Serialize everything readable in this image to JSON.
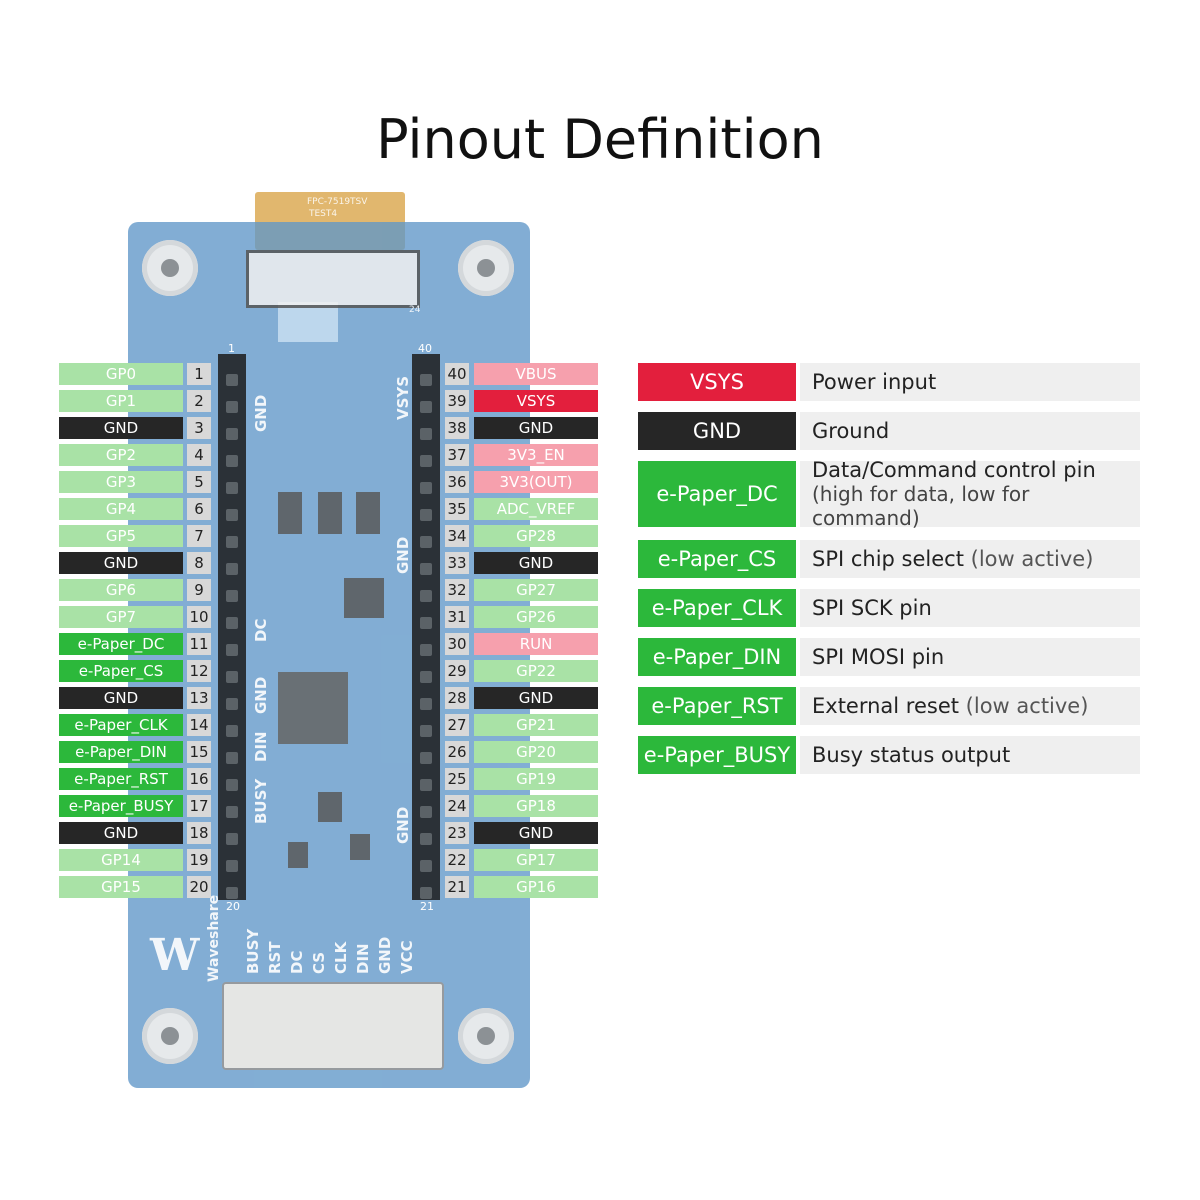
{
  "title": "Pinout Definition",
  "colors": {
    "gp": "#a9e2a6",
    "gnd": "#262626",
    "epaper": "#2cb83b",
    "power_light": "#f6a0ad",
    "vsys": "#e31f3d"
  },
  "left_pins": [
    {
      "num": "1",
      "label": "GP0",
      "type": "gp"
    },
    {
      "num": "2",
      "label": "GP1",
      "type": "gp"
    },
    {
      "num": "3",
      "label": "GND",
      "type": "gnd"
    },
    {
      "num": "4",
      "label": "GP2",
      "type": "gp"
    },
    {
      "num": "5",
      "label": "GP3",
      "type": "gp"
    },
    {
      "num": "6",
      "label": "GP4",
      "type": "gp"
    },
    {
      "num": "7",
      "label": "GP5",
      "type": "gp"
    },
    {
      "num": "8",
      "label": "GND",
      "type": "gnd"
    },
    {
      "num": "9",
      "label": "GP6",
      "type": "gp"
    },
    {
      "num": "10",
      "label": "GP7",
      "type": "gp"
    },
    {
      "num": "11",
      "label": "e-Paper_DC",
      "type": "ep"
    },
    {
      "num": "12",
      "label": "e-Paper_CS",
      "type": "ep"
    },
    {
      "num": "13",
      "label": "GND",
      "type": "gnd"
    },
    {
      "num": "14",
      "label": "e-Paper_CLK",
      "type": "ep"
    },
    {
      "num": "15",
      "label": "e-Paper_DIN",
      "type": "ep"
    },
    {
      "num": "16",
      "label": "e-Paper_RST",
      "type": "ep"
    },
    {
      "num": "17",
      "label": "e-Paper_BUSY",
      "type": "ep"
    },
    {
      "num": "18",
      "label": "GND",
      "type": "gnd"
    },
    {
      "num": "19",
      "label": "GP14",
      "type": "gp"
    },
    {
      "num": "20",
      "label": "GP15",
      "type": "gp"
    }
  ],
  "right_pins": [
    {
      "num": "40",
      "label": "VBUS",
      "type": "pinkl"
    },
    {
      "num": "39",
      "label": "VSYS",
      "type": "red"
    },
    {
      "num": "38",
      "label": "GND",
      "type": "gnd"
    },
    {
      "num": "37",
      "label": "3V3_EN",
      "type": "pinkl"
    },
    {
      "num": "36",
      "label": "3V3(OUT)",
      "type": "pinkl"
    },
    {
      "num": "35",
      "label": "ADC_VREF",
      "type": "gp"
    },
    {
      "num": "34",
      "label": "GP28",
      "type": "gp"
    },
    {
      "num": "33",
      "label": "GND",
      "type": "gnd"
    },
    {
      "num": "32",
      "label": "GP27",
      "type": "gp"
    },
    {
      "num": "31",
      "label": "GP26",
      "type": "gp"
    },
    {
      "num": "30",
      "label": "RUN",
      "type": "pinkl"
    },
    {
      "num": "29",
      "label": "GP22",
      "type": "gp"
    },
    {
      "num": "28",
      "label": "GND",
      "type": "gnd"
    },
    {
      "num": "27",
      "label": "GP21",
      "type": "gp"
    },
    {
      "num": "26",
      "label": "GP20",
      "type": "gp"
    },
    {
      "num": "25",
      "label": "GP19",
      "type": "gp"
    },
    {
      "num": "24",
      "label": "GP18",
      "type": "gp"
    },
    {
      "num": "23",
      "label": "GND",
      "type": "gnd"
    },
    {
      "num": "22",
      "label": "GP17",
      "type": "gp"
    },
    {
      "num": "21",
      "label": "GP16",
      "type": "gp"
    }
  ],
  "legend": [
    {
      "name": "VSYS",
      "type": "red",
      "desc": "Power input",
      "paren": "",
      "sub": ""
    },
    {
      "name": "GND",
      "type": "gnd",
      "desc": "Ground",
      "paren": "",
      "sub": ""
    },
    {
      "name": "e-Paper_DC",
      "type": "ep",
      "desc": "Data/Command control pin",
      "paren": "",
      "sub": "(high for data, low for command)"
    },
    {
      "name": "e-Paper_CS",
      "type": "ep",
      "desc": "SPI chip select ",
      "paren": "(low active)",
      "sub": ""
    },
    {
      "name": "e-Paper_CLK",
      "type": "ep",
      "desc": "SPI  SCK pin",
      "paren": "",
      "sub": ""
    },
    {
      "name": "e-Paper_DIN",
      "type": "ep",
      "desc": "SPI MOSI pin",
      "paren": "",
      "sub": ""
    },
    {
      "name": "e-Paper_RST",
      "type": "ep",
      "desc": "External reset ",
      "paren": "(low active)",
      "sub": ""
    },
    {
      "name": "e-Paper_BUSY",
      "type": "ep",
      "desc": "Busy status output",
      "paren": "",
      "sub": ""
    }
  ],
  "board": {
    "brand": "Waveshare",
    "header_top_left": "1",
    "header_top_right": "40",
    "header_bottom_left": "20",
    "header_bottom_right": "21",
    "fpc_labels": [
      "TEST4",
      "FPC-7519TSV",
      "24"
    ],
    "silk_left": [
      "GND",
      "DC",
      "GND",
      "DIN",
      "BUSY"
    ],
    "silk_right": [
      "VSYS",
      "GND",
      "GND"
    ],
    "connector_pins": [
      "BUSY",
      "RST",
      "DC",
      "CS",
      "CLK",
      "DIN",
      "GND",
      "VCC"
    ]
  }
}
